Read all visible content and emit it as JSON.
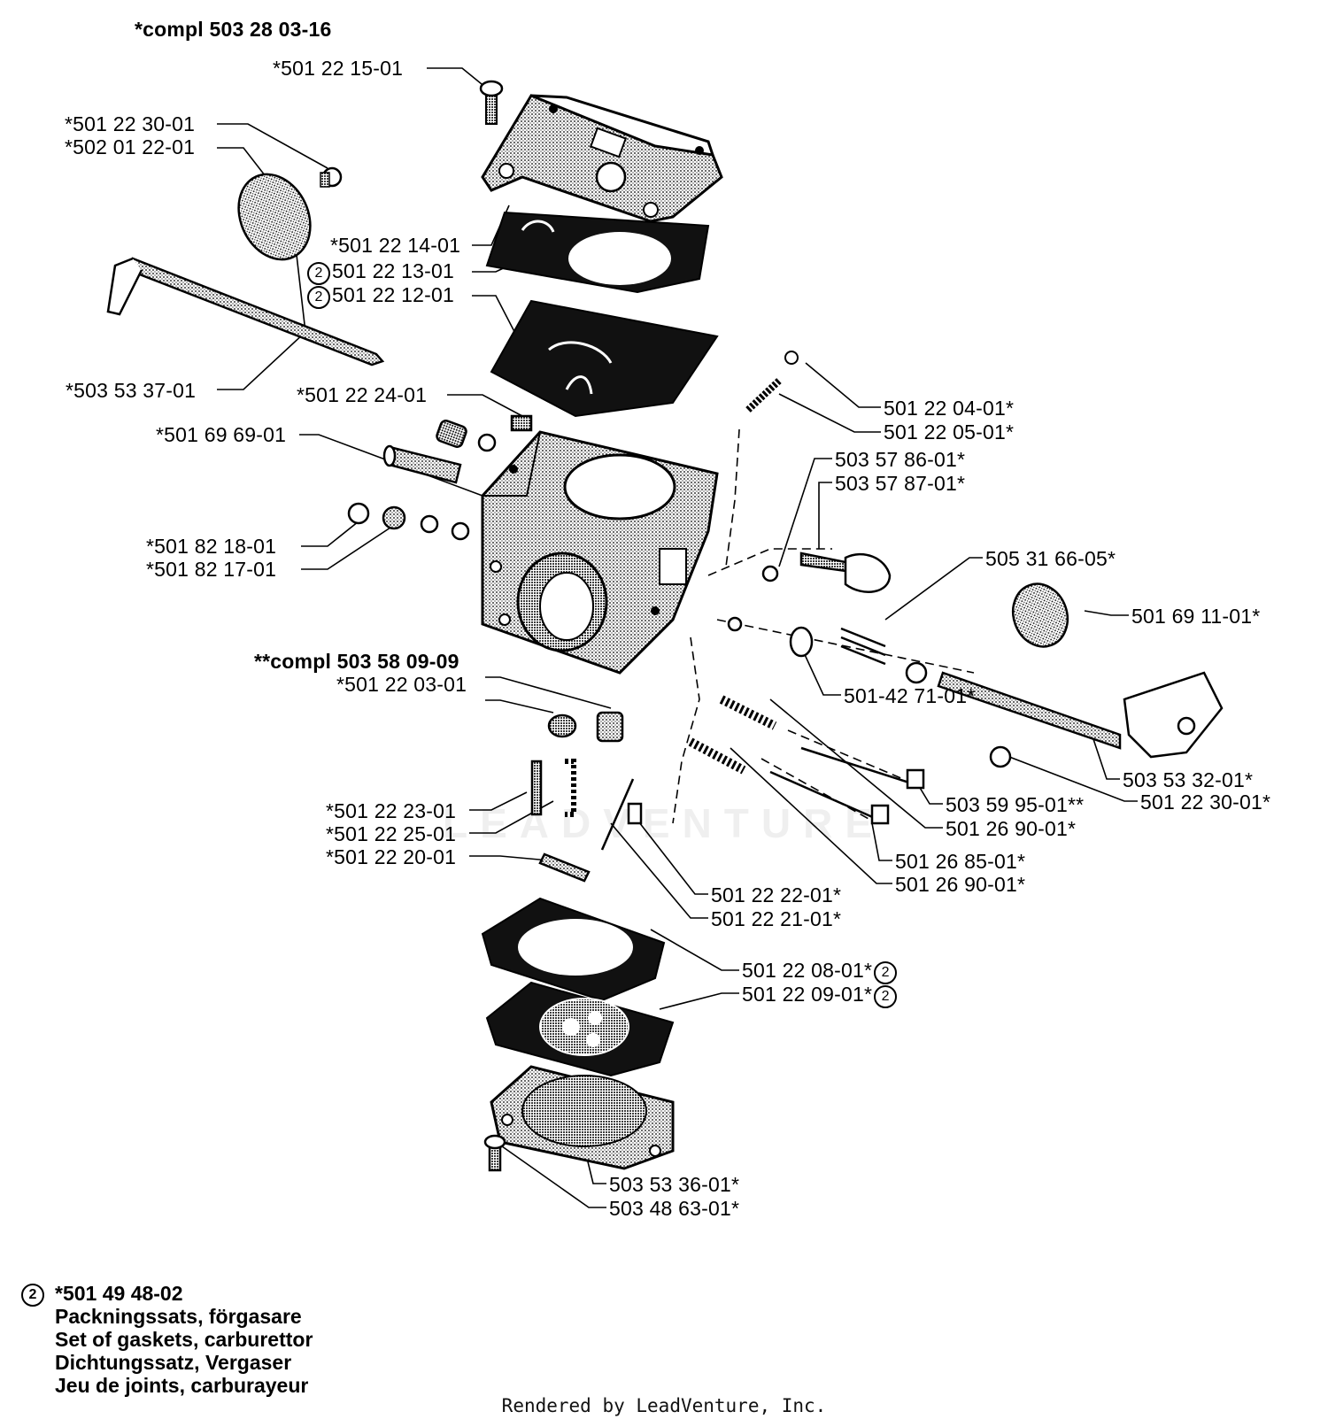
{
  "diagram": {
    "title": "*compl 503 28 03-16",
    "subassembly_title": "**compl 503 58 09-09",
    "watermark_text": "LEADVENTURE",
    "gasket_marker": "2",
    "parts": {
      "p_501_22_15_01": "*501 22 15-01",
      "p_501_22_30_01_left": "*501 22 30-01",
      "p_502_01_22_01": "*502 01 22-01",
      "p_501_22_14_01": "*501 22 14-01",
      "p_501_22_13_01": "501 22 13-01",
      "p_501_22_12_01": "501 22 12-01",
      "p_503_53_37_01": "*503 53 37-01",
      "p_501_22_24_01": "*501 22 24-01",
      "p_501_69_69_01": "*501 69 69-01",
      "p_501_82_18_01": "*501 82 18-01",
      "p_501_82_17_01": "*501 82 17-01",
      "p_501_22_03_01": "*501 22 03-01",
      "p_501_22_23_01": "*501 22 23-01",
      "p_501_22_25_01": "*501 22 25-01",
      "p_501_22_20_01": "*501 22 20-01",
      "p_501_22_04_01": "501 22 04-01*",
      "p_501_22_05_01": "501 22 05-01*",
      "p_503_57_86_01": "503 57 86-01*",
      "p_503_57_87_01": "503 57 87-01*",
      "p_505_31_66_05": "505 31 66-05*",
      "p_501_69_11_01": "501 69 11-01*",
      "p_501_42_71_01": "501-42 71-01*",
      "p_503_53_32_01": "503 53 32-01*",
      "p_501_22_30_01_right": "501 22 30-01*",
      "p_503_59_95_01": "503 59 95-01**",
      "p_501_26_90_01_a": "501 26 90-01*",
      "p_501_26_85_01": "501 26 85-01*",
      "p_501_26_90_01_b": "501 26 90-01*",
      "p_501_22_22_01": "501 22 22-01*",
      "p_501_22_21_01": "501 22 21-01*",
      "p_501_22_08_01": "501 22 08-01*",
      "p_501_22_09_01": "501 22 09-01*",
      "p_503_53_36_01": "503 53 36-01*",
      "p_503_48_63_01": "503 48 63-01*"
    }
  },
  "legend": {
    "marker": "2",
    "part_number": "*501 49 48-02",
    "lines": [
      "Packningssats, förgasare",
      "Set of gaskets, carburettor",
      "Dichtungssatz, Vergaser",
      "Jeu de joints, carburayeur"
    ]
  },
  "footer": "Rendered by LeadVenture, Inc."
}
